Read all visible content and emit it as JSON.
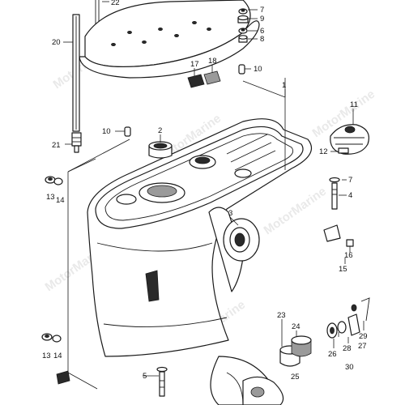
{
  "diagram": {
    "watermark": "MotorMarine",
    "callouts": [
      {
        "id": "c22",
        "text": "22"
      },
      {
        "id": "c7a",
        "text": "7"
      },
      {
        "id": "c9",
        "text": "9"
      },
      {
        "id": "c6",
        "text": "6"
      },
      {
        "id": "c8",
        "text": "8"
      },
      {
        "id": "c20",
        "text": "20"
      },
      {
        "id": "c17",
        "text": "17"
      },
      {
        "id": "c18",
        "text": "18"
      },
      {
        "id": "c10a",
        "text": "10"
      },
      {
        "id": "c1",
        "text": "1"
      },
      {
        "id": "c11",
        "text": "11"
      },
      {
        "id": "c2",
        "text": "2"
      },
      {
        "id": "c10b",
        "text": "10"
      },
      {
        "id": "c21",
        "text": "21"
      },
      {
        "id": "c12",
        "text": "12"
      },
      {
        "id": "c13a",
        "text": "13"
      },
      {
        "id": "c14a",
        "text": "14"
      },
      {
        "id": "c7b",
        "text": "7"
      },
      {
        "id": "c4",
        "text": "4"
      },
      {
        "id": "c3",
        "text": "3"
      },
      {
        "id": "c16",
        "text": "16"
      },
      {
        "id": "c15",
        "text": "15"
      },
      {
        "id": "c23",
        "text": "23"
      },
      {
        "id": "c24",
        "text": "24"
      },
      {
        "id": "c29",
        "text": "29"
      },
      {
        "id": "c27",
        "text": "27"
      },
      {
        "id": "c25",
        "text": "25"
      },
      {
        "id": "c26",
        "text": "26"
      },
      {
        "id": "c28",
        "text": "28"
      },
      {
        "id": "c30",
        "text": "30"
      },
      {
        "id": "c13b",
        "text": "13"
      },
      {
        "id": "c14b",
        "text": "14"
      },
      {
        "id": "c5",
        "text": "5"
      }
    ]
  }
}
